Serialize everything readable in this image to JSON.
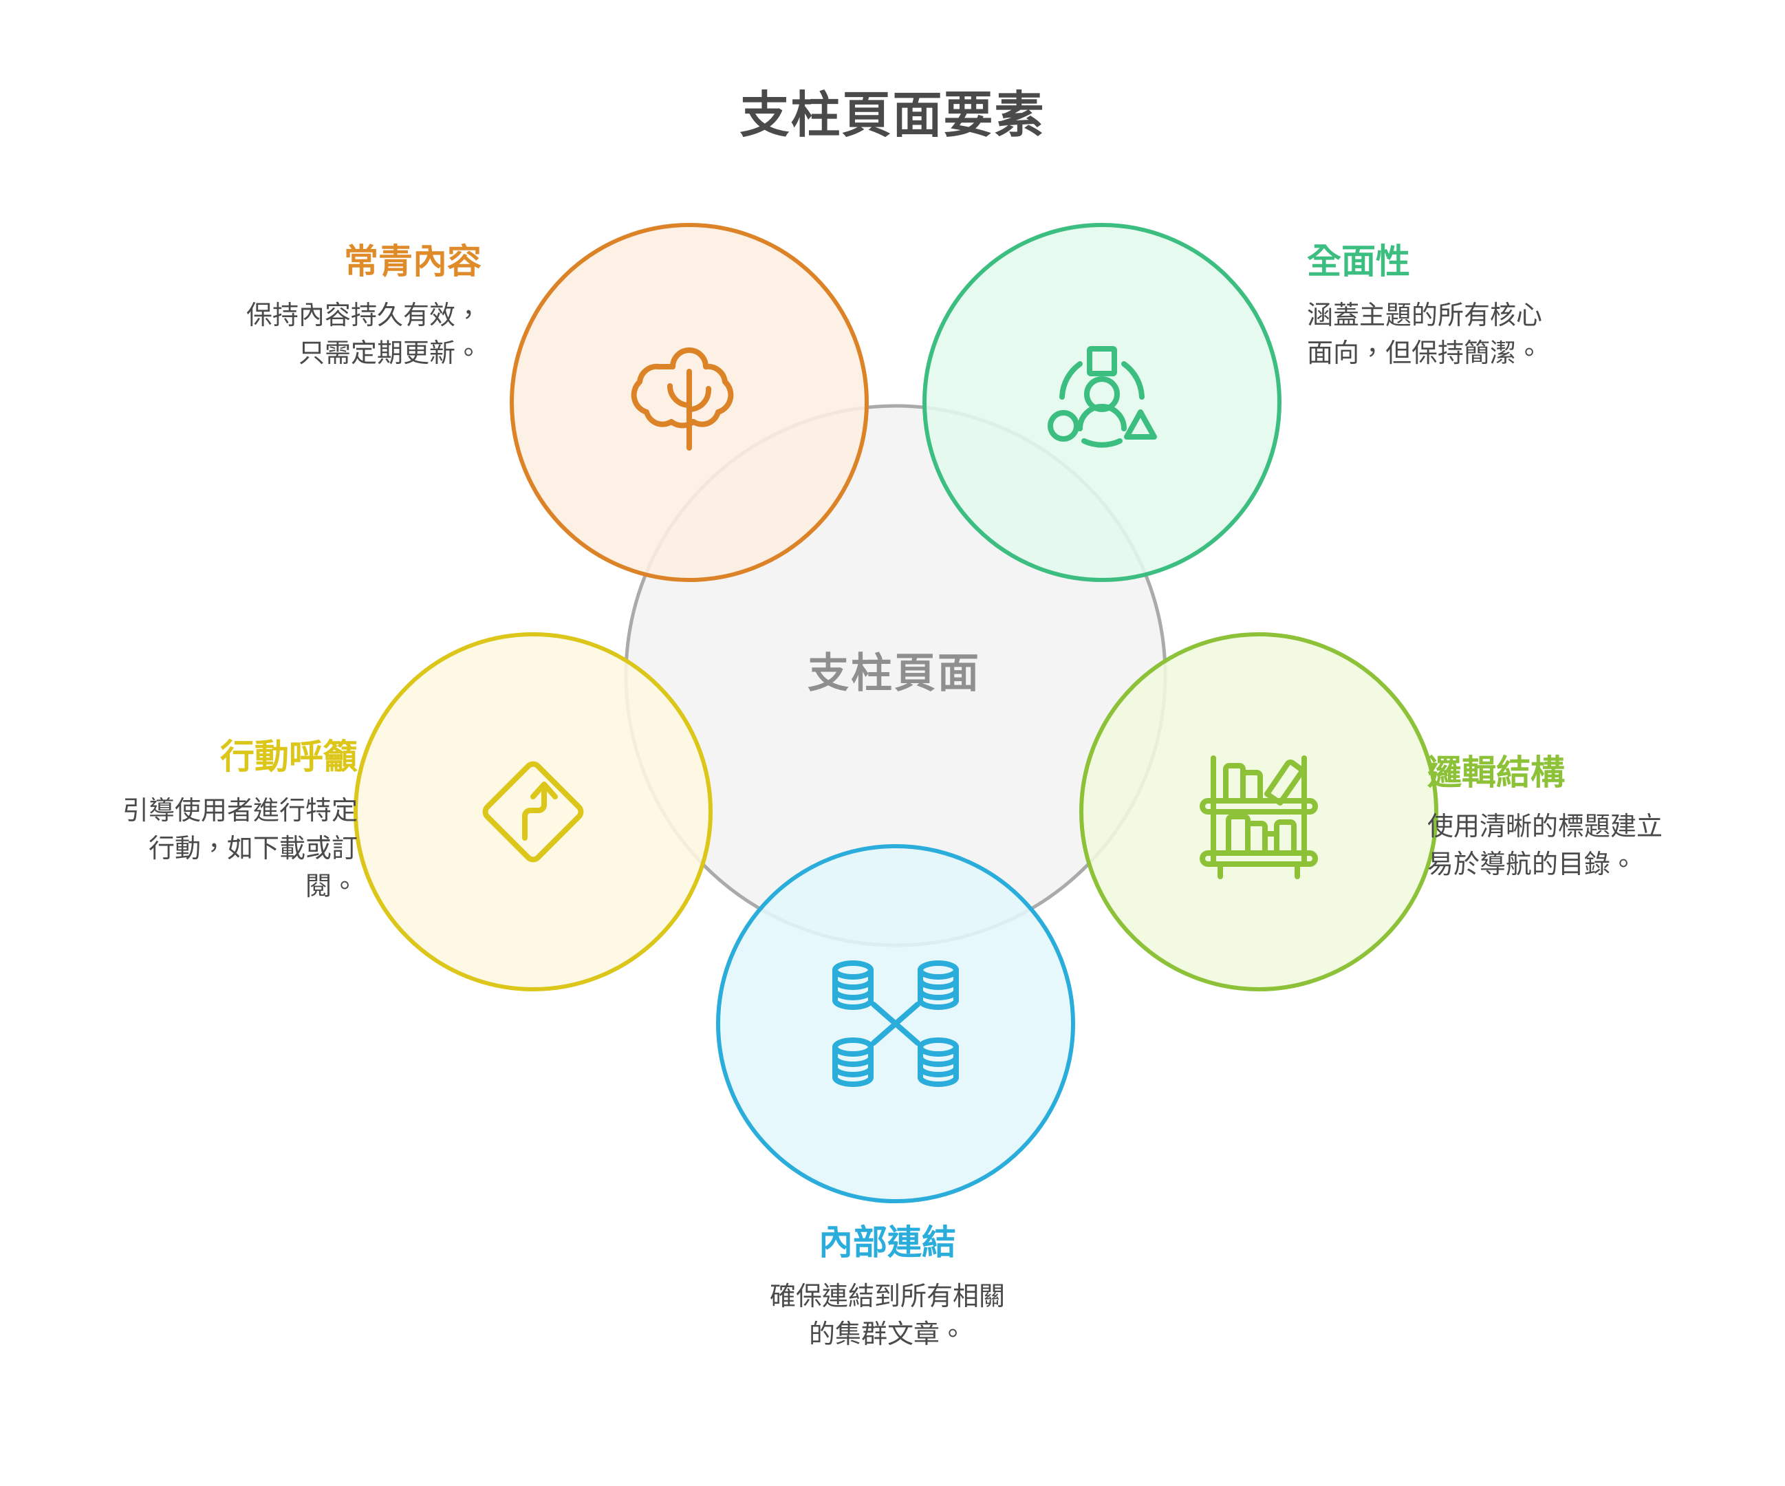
{
  "page": {
    "title": "支柱頁面要素",
    "background": "#ffffff"
  },
  "center": {
    "label": "支柱頁面",
    "fill": "#F4F4F4",
    "stroke": "#AAAAAA",
    "text_color": "#8F8F8F"
  },
  "petals": [
    {
      "key": "evergreen",
      "title": "常青內容",
      "desc_line1": "保持內容持久有效，",
      "desc_line2": "只需定期更新。",
      "icon": "tree-icon",
      "stroke": "#DD8327",
      "fill": "#FDEEE0",
      "title_color": "#E08B2A"
    },
    {
      "key": "comprehensive",
      "title": "全面性",
      "desc_line1": "涵蓋主題的所有核心",
      "desc_line2": "面向，但保持簡潔。",
      "icon": "people-shapes-icon",
      "stroke": "#3CBE81",
      "fill": "#E4F9EE",
      "title_color": "#3CBE81"
    },
    {
      "key": "structure",
      "title": "邏輯結構",
      "desc_line1": "使用清晰的標題建立",
      "desc_line2": "易於導航的目錄。",
      "icon": "bookshelf-icon",
      "stroke": "#8CC138",
      "fill": "#F1F9DE",
      "title_color": "#8CC138"
    },
    {
      "key": "internal_links",
      "title": "內部連結",
      "desc_line1": "確保連結到所有相關",
      "desc_line2": "的集群文章。",
      "icon": "linked-databases-icon",
      "stroke": "#2BADDB",
      "fill": "#E4F7FC",
      "title_color": "#2BADDB"
    },
    {
      "key": "cta",
      "title": "行動呼籲",
      "desc_line1": "引導使用者進行特定",
      "desc_line2": "行動，如下載或訂",
      "desc_line3": "閱。",
      "icon": "road-sign-arrow-icon",
      "stroke": "#DBC619",
      "fill": "#FDF8E0",
      "title_color": "#DBC619"
    }
  ]
}
